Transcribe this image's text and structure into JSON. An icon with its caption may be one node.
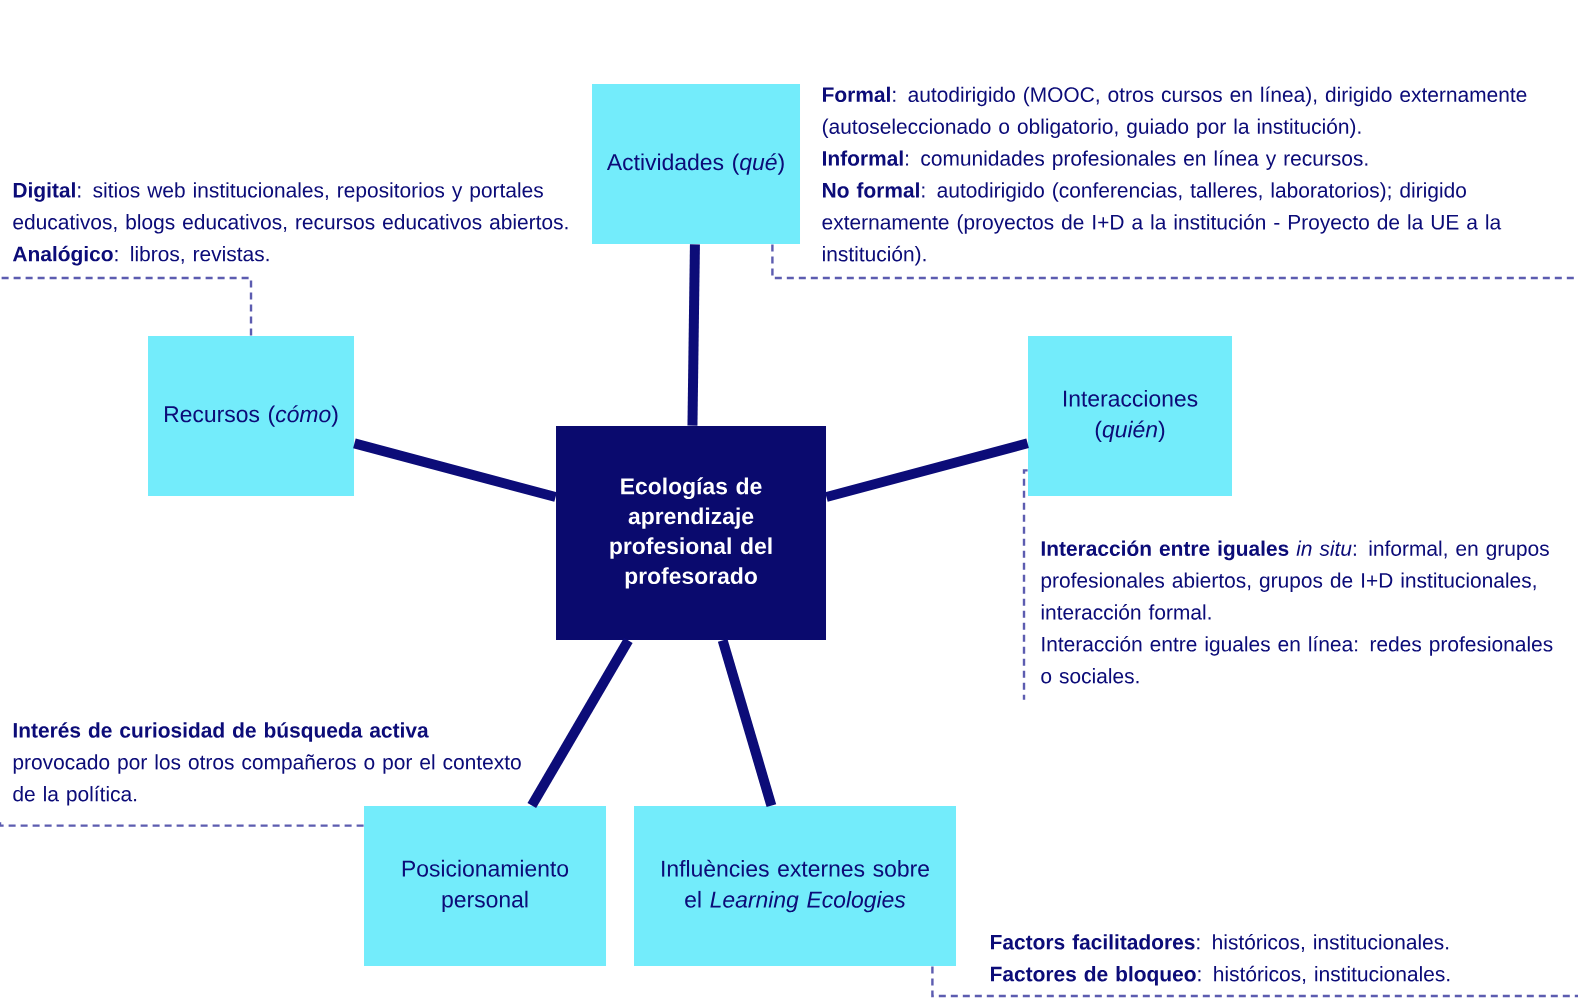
{
  "diagram": {
    "nodes": [
      {
        "text": [
          "Ecologías de aprendizaje profesional del profesorado"
        ]
      },
      {
        "text": [
          "Actividades (*qué*)"
        ]
      },
      {
        "text": [
          "Recursos (*cómo*)"
        ]
      },
      {
        "text": [
          "Interacciones (*quién*)"
        ]
      },
      {
        "text": [
          "Posicionamiento personal"
        ]
      },
      {
        "text": [
          "Influències externes sobre el *Learning Ecologies*"
        ]
      },
      {
        "text": [
          "**Digital**: sitios web institucionales, repositorios y portales educativos, blogs educativos, recursos educativos abiertos.",
          "**Analógico**: libros, revistas."
        ]
      },
      {
        "text": [
          "**Formal**: autodirigido (MOOC, otros cursos en línea), dirigido externamente (autoseleccionado o obligatorio, guiado por la institución).",
          "**Informal**: comunidades profesionales en línea y recursos.",
          "**No formal**: autodirigido (conferencias, talleres, laboratorios); dirigido externamente (proyectos de I+D a la institución - Proyecto de la UE a la institución)."
        ]
      },
      {
        "text": [
          "**Interacción entre iguales** *in situ*: informal, en grupos profesionales abiertos, grupos de I+D institucionales, interacción formal.",
          "Interacción entre iguales en línea: redes profesionales o sociales."
        ]
      },
      {
        "text": [
          "**Interés de curiosidad de búsqueda activa** provocado por los otros compañeros o por el contexto de la política."
        ]
      },
      {
        "text": [
          "**Factors facilitadores**: históricos, institucionales.",
          "**Factores de bloqueo**: históricos, institucionales."
        ]
      }
    ],
    "edges": [
      {
        "from": 0,
        "to": 1,
        "arrow": "none",
        "style": "thick"
      },
      {
        "from": 0,
        "to": 2,
        "arrow": "none",
        "style": "thick"
      },
      {
        "from": 0,
        "to": 3,
        "arrow": "none",
        "style": "thick"
      },
      {
        "from": 0,
        "to": 4,
        "arrow": "none",
        "style": "thick"
      },
      {
        "from": 0,
        "to": 5,
        "arrow": "none",
        "style": "thick"
      },
      {
        "from": 2,
        "to": 6,
        "arrow": "none",
        "style": "dashed",
        "color": "#5c5cb0"
      },
      {
        "from": 1,
        "to": 7,
        "arrow": "none",
        "style": "dashed",
        "color": "#5c5cb0"
      },
      {
        "from": 3,
        "to": 8,
        "arrow": "none",
        "style": "dashed",
        "color": "#5c5cb0"
      },
      {
        "from": 4,
        "to": 9,
        "arrow": "none",
        "style": "dashed",
        "color": "#5c5cb0"
      },
      {
        "from": 5,
        "to": 10,
        "arrow": "none",
        "style": "dashed",
        "color": "#5c5cb0"
      }
    ]
  }
}
